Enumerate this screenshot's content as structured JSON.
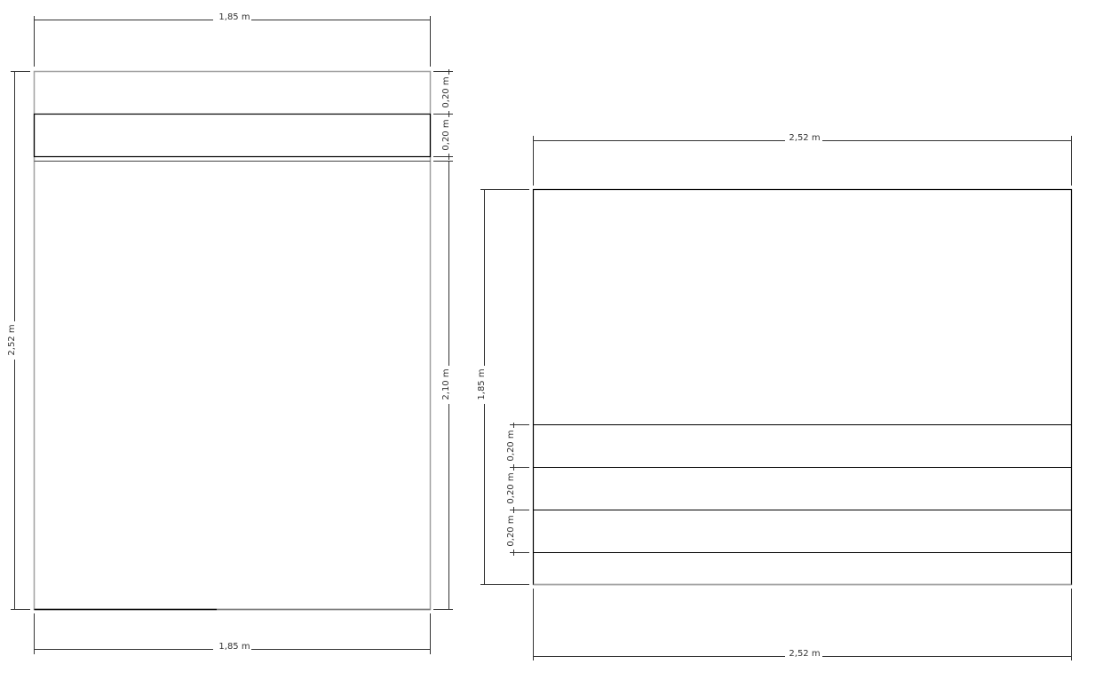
{
  "drawing_left": {
    "label": "front-view",
    "width_top_label": "1,85 m",
    "width_bottom_label": "1,85 m",
    "height_total_label": "2,52 m",
    "segments_right": [
      {
        "label": "0,20 m"
      },
      {
        "label": "0,20 m"
      },
      {
        "label": "2,10 m"
      }
    ]
  },
  "drawing_right": {
    "label": "side-view",
    "width_top_label": "2,52 m",
    "width_bottom_label": "2,52 m",
    "height_total_label": "1,85 m",
    "segments_left": [
      {
        "label": "0,20 m"
      },
      {
        "label": "0,20 m"
      },
      {
        "label": "0,20 m"
      }
    ]
  },
  "colors": {
    "outline": "#000000",
    "outline_light": "#a0a0a0",
    "dimension": "#333333",
    "background": "#ffffff"
  }
}
